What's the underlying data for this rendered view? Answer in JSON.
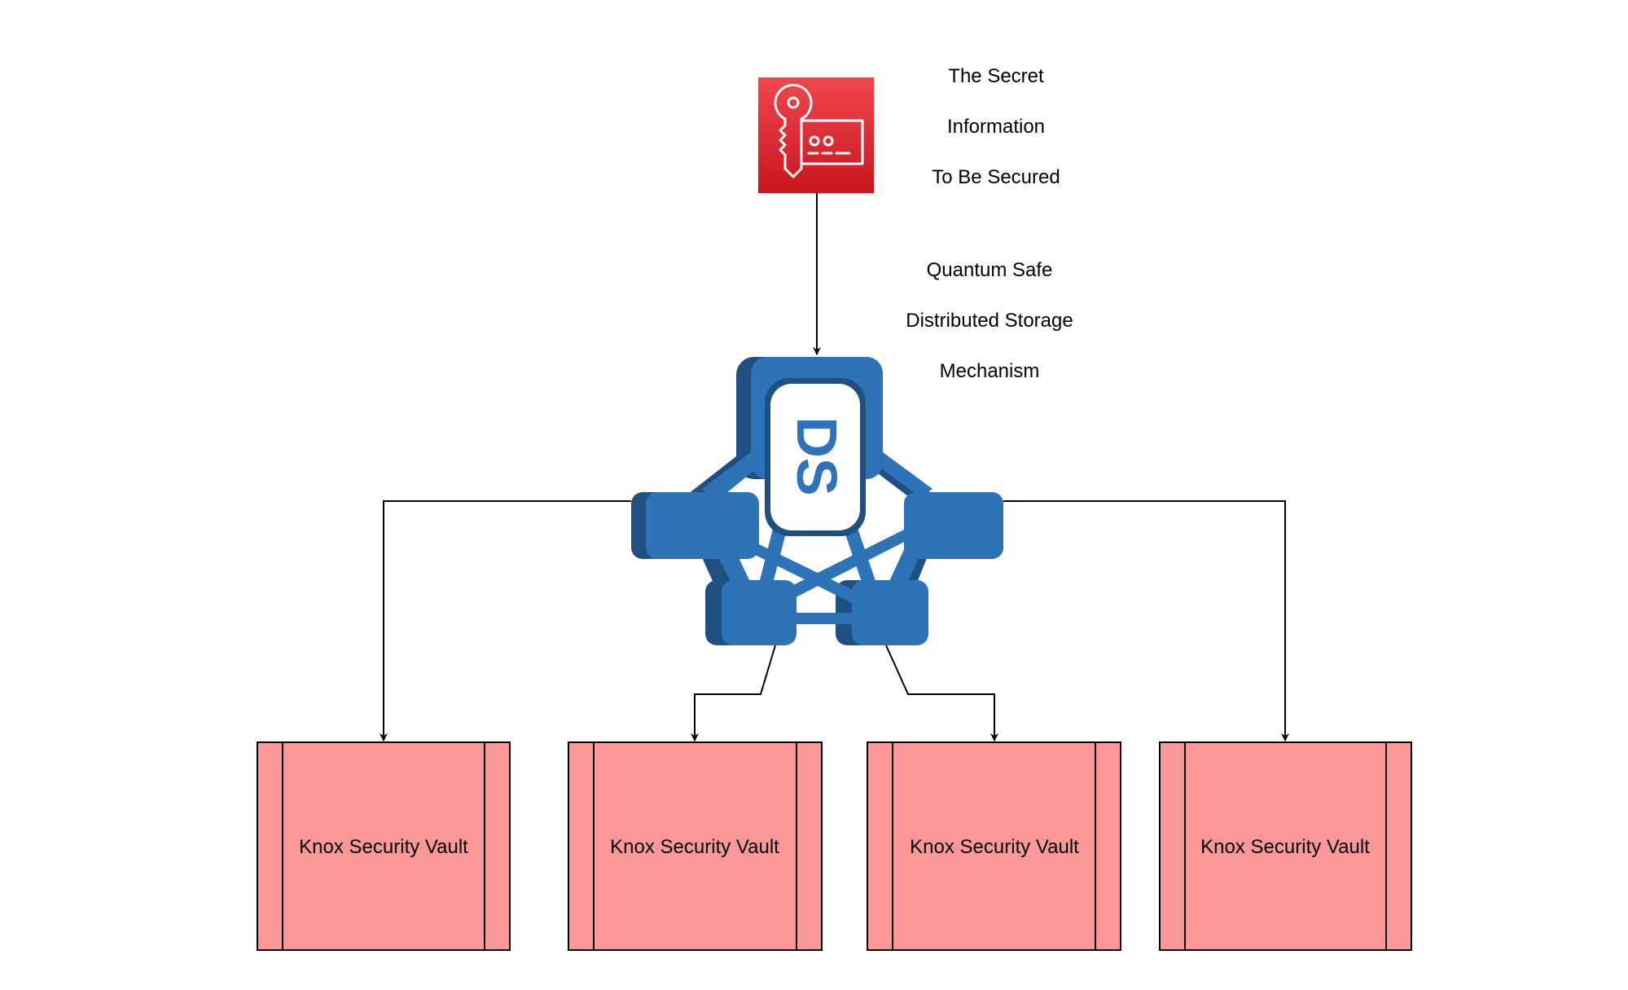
{
  "diagram": {
    "secret_node": {
      "icon": "key-card-icon",
      "label_lines": [
        "The Secret",
        "Information",
        "To Be Secured"
      ],
      "color_top": "#F0474E",
      "color_bottom": "#C8151E"
    },
    "edge_label": {
      "lines": [
        "Quantum Safe",
        "Distributed Storage",
        "Mechanism"
      ]
    },
    "ds_node": {
      "icon": "distributed-storage-icon",
      "text": "DS",
      "color_main": "#2E73B8",
      "color_shadow": "#205081"
    },
    "vaults": [
      {
        "label": "Knox Security Vault"
      },
      {
        "label": "Knox Security Vault"
      },
      {
        "label": "Knox Security Vault"
      },
      {
        "label": "Knox Security Vault"
      }
    ],
    "vault_fill": "#FA9898",
    "stroke_color": "#000000"
  }
}
